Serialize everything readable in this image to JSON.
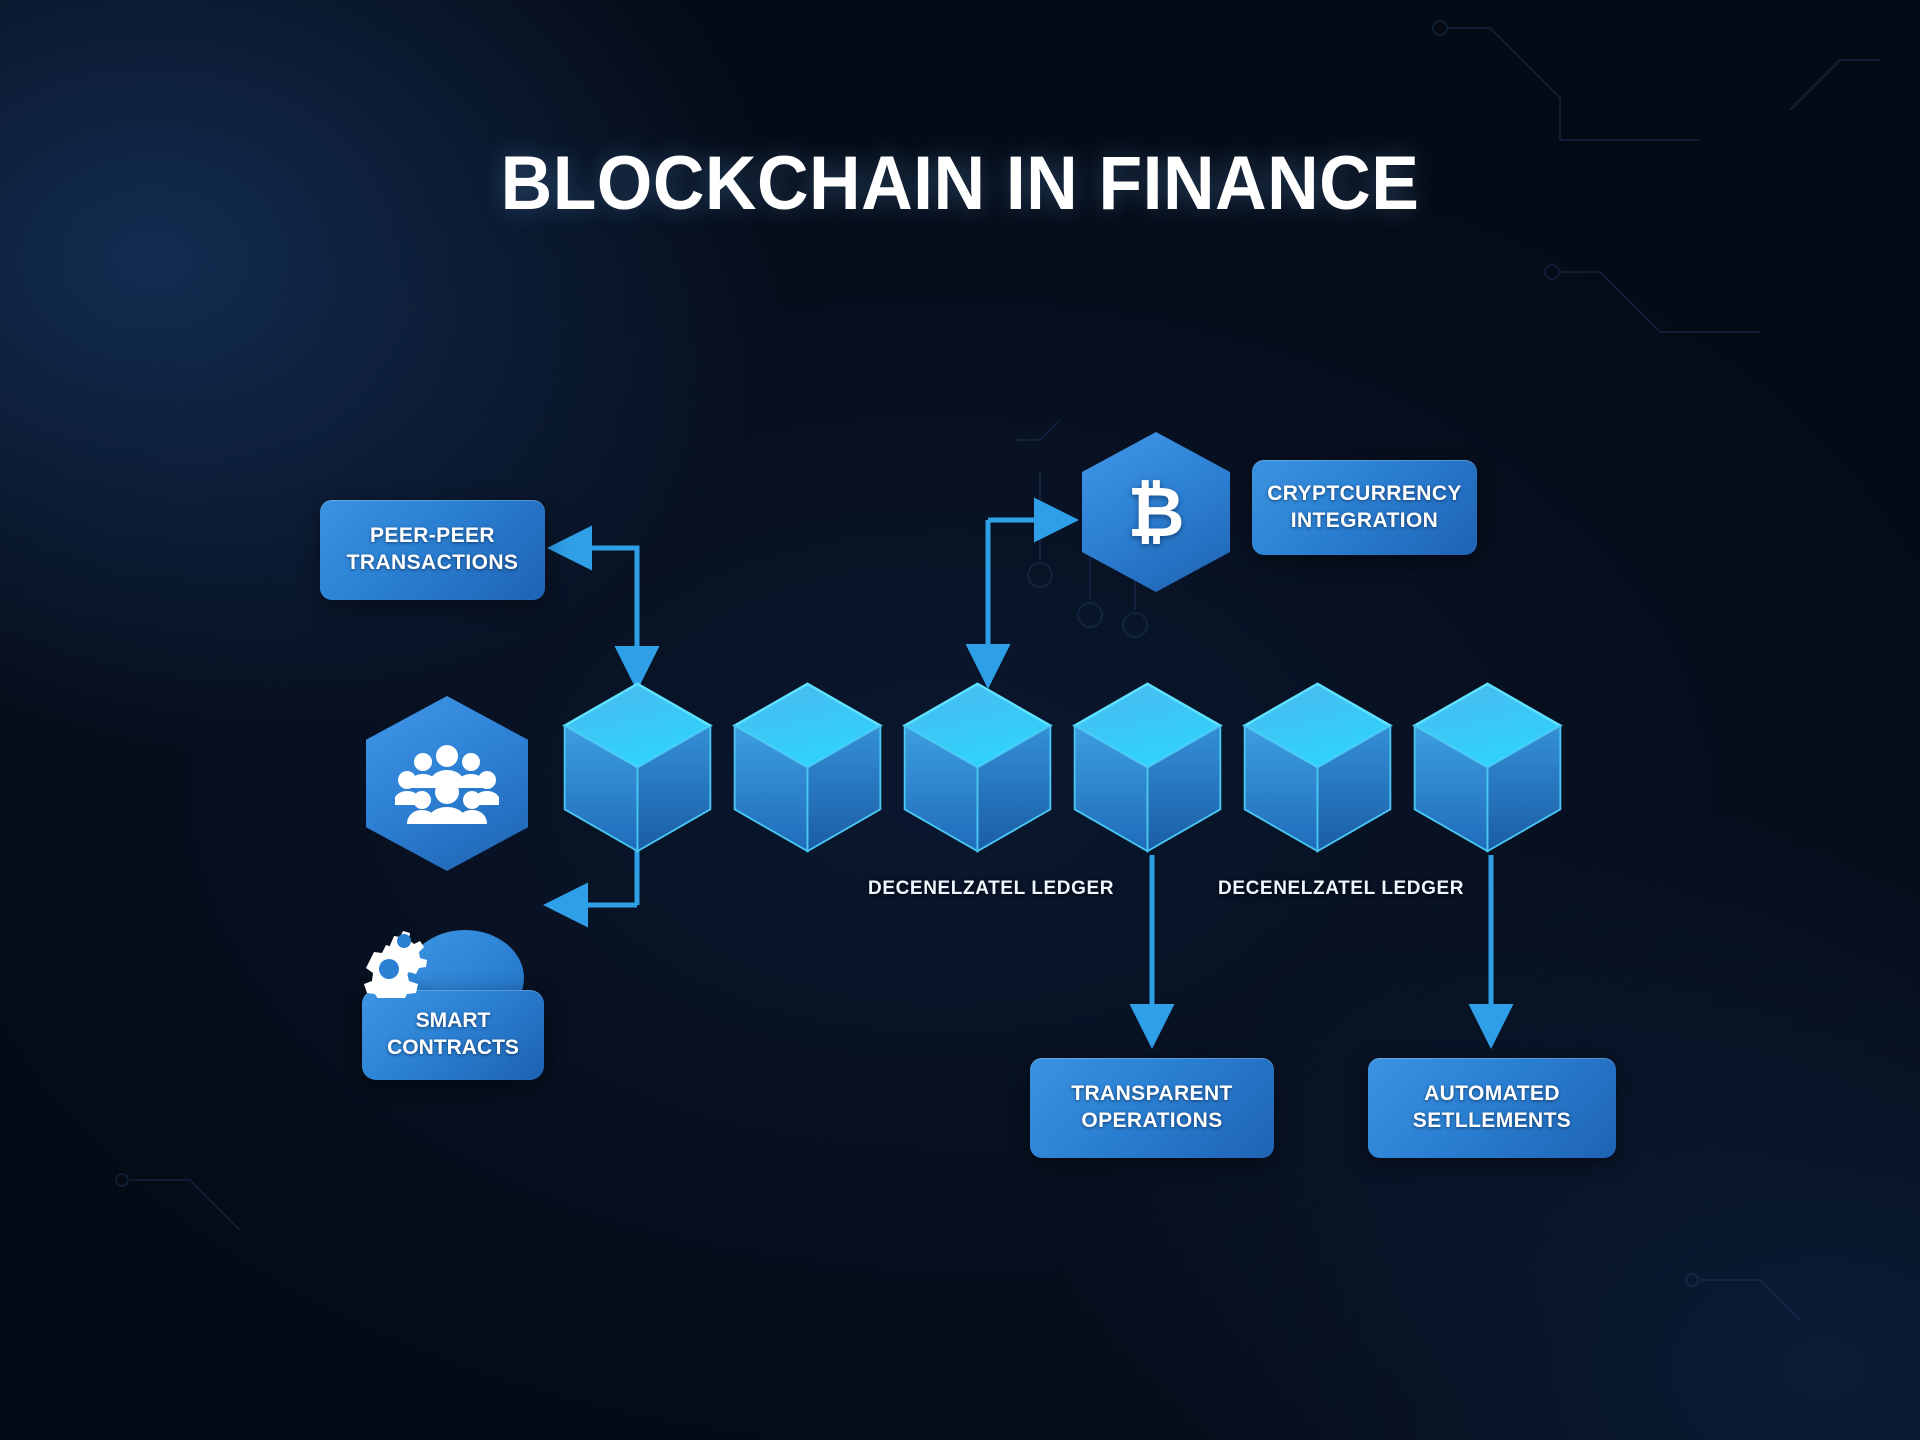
{
  "page": {
    "title": "BLOCKCHAIN IN FINANCE",
    "accent_blue": "#2f8ade",
    "arrow_cyan": "#2f9fe8",
    "cube_top": "#2fc4f5",
    "background_dark": "#060d1c"
  },
  "nodes": {
    "peer_peer": {
      "label": "PEER-PEER\nTRANSACTIONS",
      "line1": "PEER-PEER",
      "line2": "TRANSACTIONS"
    },
    "crypto": {
      "label": "CRYPTCURRENCY\nINTEGRATION",
      "line1": "CRYPTCURRENCY",
      "line2": "INTEGRATION"
    },
    "smart_contracts": {
      "line1": "SMART",
      "line2": "CONTRACTS"
    },
    "transparent": {
      "line1": "TRANSPARENT",
      "line2": "OPERATIONS"
    },
    "automated": {
      "line1": "AUTOMATED",
      "line2": "SETLLEMENTS"
    }
  },
  "icons": {
    "people": "people-group-icon",
    "bitcoin": "bitcoin-icon",
    "bitcoin_glyph": "₿",
    "gears": "gears-icon"
  },
  "ledger_labels": [
    {
      "text": "DECENELZATEL LEDGER"
    },
    {
      "text": "DECENELZATEL LEDGER"
    }
  ],
  "chain": {
    "cube_count": 6
  }
}
